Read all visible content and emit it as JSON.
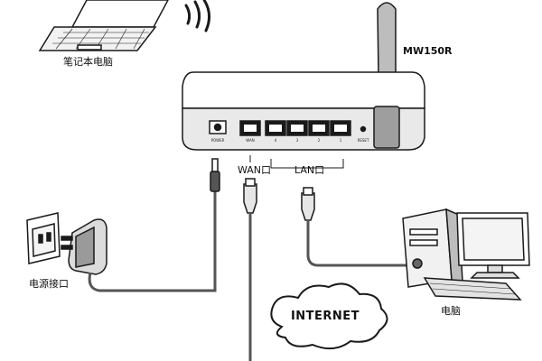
{
  "labels": {
    "laptop": "笔记本电脑",
    "model": "MW150R",
    "wan": "WAN口",
    "lan": "LAN口",
    "power_adapter": "电源接口",
    "desktop": "电脑",
    "internet": "INTERNET"
  },
  "ports": {
    "power": "POWER",
    "wan": "WAN",
    "lan": [
      "4",
      "3",
      "2",
      "1"
    ],
    "reset": "RESET"
  },
  "colors": {
    "line": "#1a1a1a",
    "fill": "#ffffff",
    "cable": "#555555",
    "shadow": "#cfcfcf"
  }
}
